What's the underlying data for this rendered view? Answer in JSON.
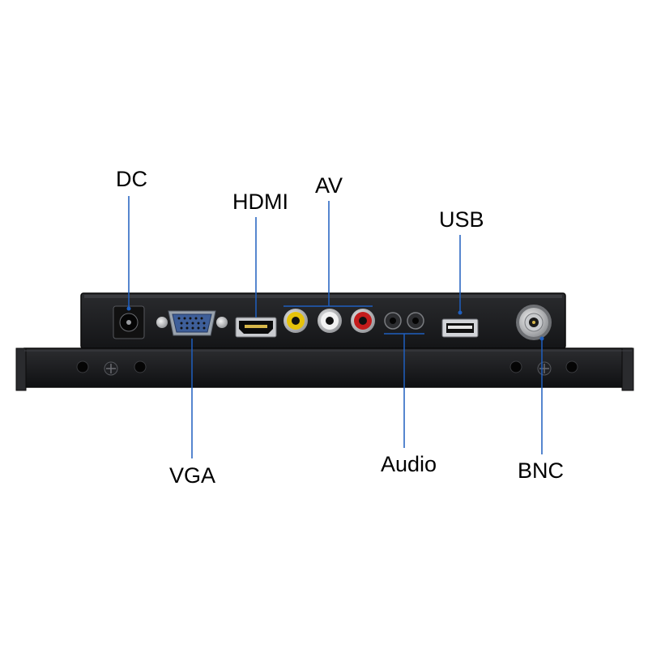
{
  "labels": {
    "dc": "DC",
    "hdmi": "HDMI",
    "av": "AV",
    "usb": "USB",
    "vga": "VGA",
    "audio": "Audio",
    "bnc": "BNC"
  },
  "colors": {
    "leader_line": "#1f5fbf",
    "panel": "#1b1c1e",
    "av_video": "#e6c20a",
    "av_left": "#e8e8e8",
    "av_right": "#c41c1c"
  }
}
